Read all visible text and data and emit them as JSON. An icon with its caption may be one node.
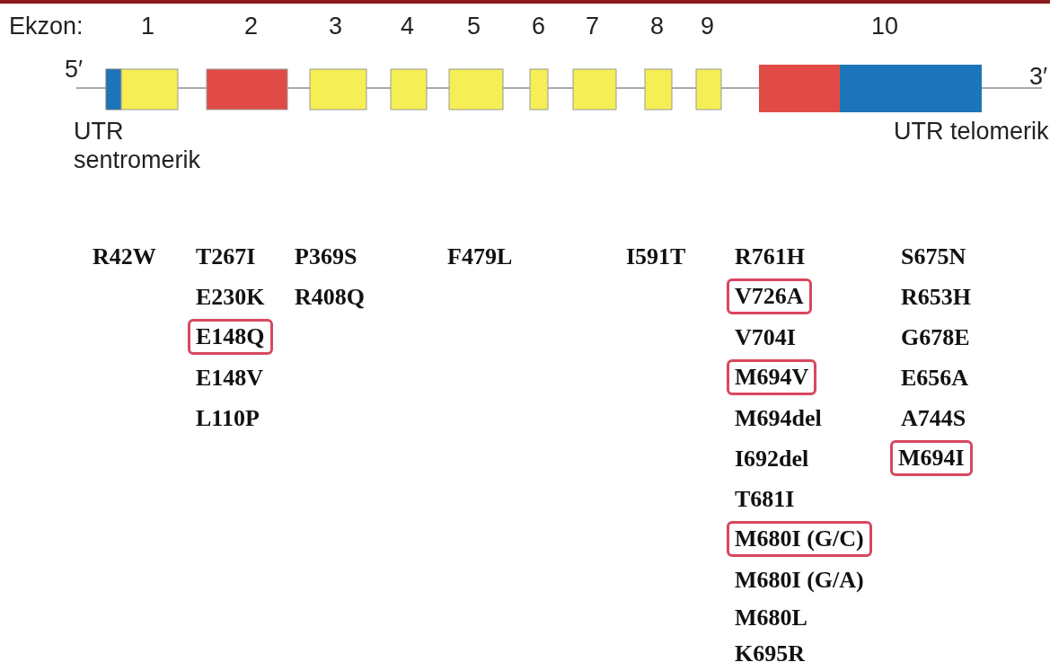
{
  "diagram": {
    "nodes": [
      {
        "text": [
          "E148Q"
        ]
      },
      {
        "text": [
          "V726A"
        ]
      },
      {
        "text": [
          "M694V"
        ]
      },
      {
        "text": [
          "M694I"
        ]
      },
      {
        "text": [
          "M680I (G/C)"
        ]
      }
    ],
    "labels": [
      "Ekzon:",
      "1",
      "2",
      "3",
      "4",
      "5",
      "6",
      "7",
      "8",
      "9",
      "10",
      "5′",
      "3′",
      "UTR sentromerik",
      "UTR telomerik",
      "R42W",
      "T267I",
      "P369S",
      "F479L",
      "I591T",
      "R761H",
      "S675N",
      "E230K",
      "R408Q",
      "R653H",
      "V704I",
      "G678E",
      "E148V",
      "E656A",
      "L110P",
      "M694del",
      "A744S",
      "I692del",
      "T681I",
      "M680I (G/A)",
      "M680L",
      "K695R"
    ]
  }
}
